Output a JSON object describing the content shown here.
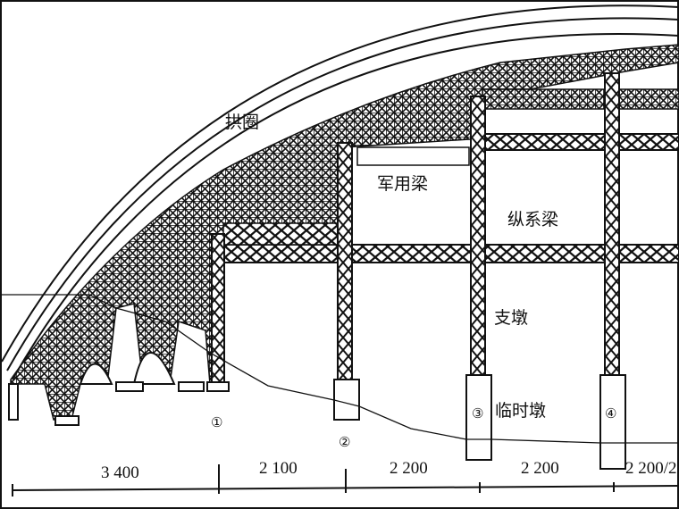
{
  "labels": {
    "arch": "拱圈",
    "military_beam": "军用梁",
    "longitudinal_tie_beam": "纵系梁",
    "support_pier": "支墩",
    "temporary_pier": "临时墩"
  },
  "pier_numbers": [
    "①",
    "②",
    "③",
    "④"
  ],
  "dimensions": [
    "3 400",
    "2 100",
    "2 200",
    "2 200",
    "2 200/2"
  ]
}
